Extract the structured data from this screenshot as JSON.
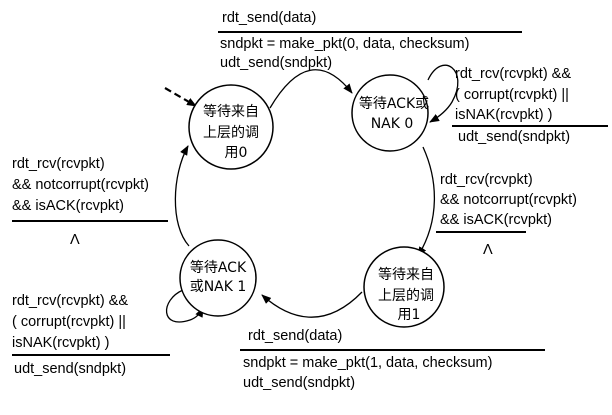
{
  "states": [
    {
      "id": "wait_call_0",
      "lines": [
        "等待来自",
        "上层的调",
        "用0"
      ]
    },
    {
      "id": "wait_ack_0",
      "lines": [
        "等待ACK或",
        "NAK 0"
      ]
    },
    {
      "id": "wait_call_1",
      "lines": [
        "等待来自",
        "上层的调",
        "用1"
      ]
    },
    {
      "id": "wait_ack_1",
      "lines": [
        "等待ACK",
        "或NAK 1"
      ]
    }
  ],
  "transitions": {
    "send_0": {
      "event": [
        "rdt_send(data)"
      ],
      "actions": [
        "sndpkt = make_pkt(0, data, checksum)",
        "udt_send(sndpkt)"
      ]
    },
    "retransmit_0": {
      "event": [
        "rdt_rcv(rcvpkt) &&",
        "( corrupt(rcvpkt) ||",
        "isNAK(rcvpkt) )"
      ],
      "actions": [
        "udt_send(sndpkt)"
      ]
    },
    "ack_0": {
      "event": [
        "rdt_rcv(rcvpkt)",
        "&& notcorrupt(rcvpkt)",
        "&& isACK(rcvpkt)"
      ],
      "actions": [
        "Λ"
      ]
    },
    "send_1": {
      "event": [
        "rdt_send(data)"
      ],
      "actions": [
        "sndpkt = make_pkt(1, data, checksum)",
        "udt_send(sndpkt)"
      ]
    },
    "retransmit_1": {
      "event": [
        "rdt_rcv(rcvpkt) &&",
        "( corrupt(rcvpkt) ||",
        "isNAK(rcvpkt) )"
      ],
      "actions": [
        "udt_send(sndpkt)"
      ]
    },
    "ack_1": {
      "event": [
        "rdt_rcv(rcvpkt)",
        "&& notcorrupt(rcvpkt)",
        "&& isACK(rcvpkt)"
      ],
      "actions": [
        "Λ"
      ]
    }
  }
}
